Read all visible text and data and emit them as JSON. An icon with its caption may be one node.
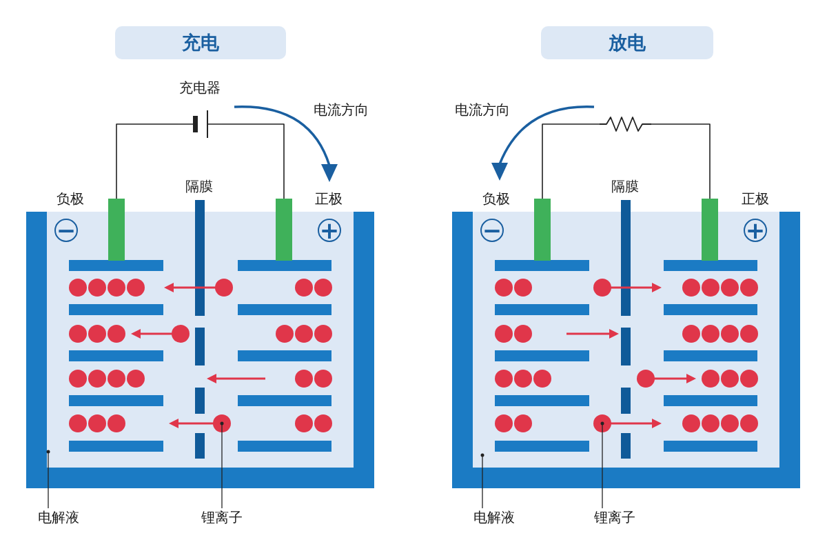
{
  "diagram": {
    "nodes": [
      {
        "text": [
          "充电"
        ]
      },
      {
        "text": [
          "放电"
        ]
      },
      {
        "text": [
          "充电器"
        ]
      },
      {
        "text": [],
        "shape": "bar"
      },
      {
        "text": [],
        "shape": "bar"
      },
      {
        "text": [
          "−"
        ]
      },
      {
        "text": [
          "+"
        ]
      },
      {
        "text": [
          "电解液"
        ]
      },
      {
        "text": [
          "锂离子"
        ]
      },
      {
        "text": [],
        "shape": "resistor"
      },
      {
        "text": [],
        "shape": "bar"
      },
      {
        "text": [],
        "shape": "bar"
      },
      {
        "text": [
          "−"
        ]
      },
      {
        "text": [
          "+"
        ]
      },
      {
        "text": [
          "电解液"
        ]
      },
      {
        "text": [
          "锂离子"
        ]
      }
    ],
    "edges": [
      {
        "from": 3,
        "to": 2,
        "arrow": "none"
      },
      {
        "from": 2,
        "to": 4,
        "arrow": "none"
      },
      {
        "from": 10,
        "to": 9,
        "arrow": "none"
      },
      {
        "from": 9,
        "to": 11,
        "arrow": "none"
      },
      {
        "from": 7,
        "to": null,
        "arrow": "other"
      },
      {
        "from": 8,
        "to": null,
        "arrow": "other"
      },
      {
        "from": 14,
        "to": null,
        "arrow": "other"
      },
      {
        "from": 15,
        "to": null,
        "arrow": "other"
      }
    ],
    "labels": [
      "电流方向",
      "负极",
      "隔膜",
      "正极",
      "电流方向",
      "负极",
      "隔膜",
      "正极"
    ]
  }
}
